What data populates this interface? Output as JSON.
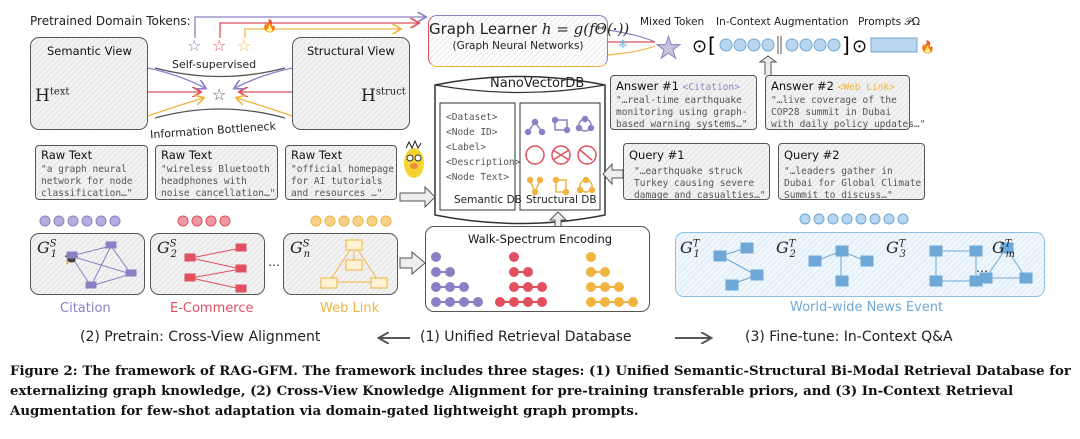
{
  "figure": {
    "pretrained_tokens_label": "Pretrained Domain Tokens:",
    "semantic_view": {
      "title": "Semantic View",
      "symbol": "H",
      "sup": "text"
    },
    "structural_view": {
      "title": "Structural View",
      "symbol": "H",
      "sup": "struct"
    },
    "self_supervised": "Self-supervised",
    "information_bottleneck": "Information Bottleneck",
    "graph_learner": {
      "title": "Graph Learner",
      "formula": "h = g(fΘ(·))",
      "subtitle": "(Graph Neural Networks)"
    },
    "mixed_token": "Mixed Token",
    "in_context_augmentation": "In-Context Augmentation",
    "prompts": "Prompts 𝒫Ω",
    "database": {
      "title": "NanoVectorDB",
      "fields": [
        "<Dataset>",
        "<Node ID>",
        "<Label>",
        "<Description>",
        "<Node Text>"
      ],
      "semantic_db": "Semantic DB",
      "structural_db": "Structural DB"
    },
    "answers": [
      {
        "title": "Answer #1",
        "tag": "<Citation>",
        "text": "\"…real-time earthquake\nmonitoring using graph-\nbased warning systems…\""
      },
      {
        "title": "Answer #2",
        "tag": "<Web Link>",
        "text": "\"…live coverage of the\nCOP28 summit in Dubai\nwith daily policy updates…\""
      }
    ],
    "queries": [
      {
        "title": "Query #1",
        "text": "\"…earthquake struck\nTurkey causing severe\ndamage and casualties…\""
      },
      {
        "title": "Query #2",
        "text": "\"…leaders gather in\nDubai for Global Climate\nSummit to discuss…\""
      }
    ],
    "raw_texts": [
      {
        "title": "Raw Text",
        "text": "\"a graph neural\nnetwork for node\nclassification…\""
      },
      {
        "title": "Raw Text",
        "text": "\"wireless Bluetooth\nheadphones with\nnoise cancellation…\""
      },
      {
        "title": "Raw Text",
        "text": "\"official homepage\nfor AI tutorials\nand resources …\""
      }
    ],
    "source_graphs": [
      {
        "label": "G",
        "sub": "1",
        "sup": "S",
        "domain": "Citation",
        "color": "#8b80c4"
      },
      {
        "label": "G",
        "sub": "2",
        "sup": "S",
        "domain": "E-Commerce",
        "color": "#e0505e"
      },
      {
        "label": "G",
        "sub": "n",
        "sup": "S",
        "domain": "Web Link",
        "color": "#f0b540"
      }
    ],
    "ellipsis": "…",
    "walk_spectrum": "Walk-Spectrum Encoding",
    "target_graphs": [
      {
        "label": "G",
        "sub": "1",
        "sup": "T"
      },
      {
        "label": "G",
        "sub": "2",
        "sup": "T"
      },
      {
        "label": "G",
        "sub": "3",
        "sup": "T"
      },
      {
        "label": "G",
        "sub": "m",
        "sup": "T"
      }
    ],
    "target_domain": "World-wide News Event",
    "stages": {
      "pretrain": "(2) Pretrain: Cross-View Alignment",
      "database": "(1) Unified Retrieval Database",
      "finetune": "(3) Fine-tune: In-Context Q&A"
    },
    "colors": {
      "purple": "#8b80c4",
      "red": "#e0505e",
      "orange": "#f0b540",
      "blue": "#6fa8d6"
    }
  },
  "caption": "Figure 2: The framework of RAG-GFM. The framework includes three stages: (1) Unified Semantic-Structural Bi-Modal Retrieval Database for externalizing graph knowledge, (2) Cross-View Knowledge Alignment for pre-training transferable priors, and (3) In-Context Retrieval Augmentation for few-shot adaptation via domain-gated lightweight graph prompts."
}
